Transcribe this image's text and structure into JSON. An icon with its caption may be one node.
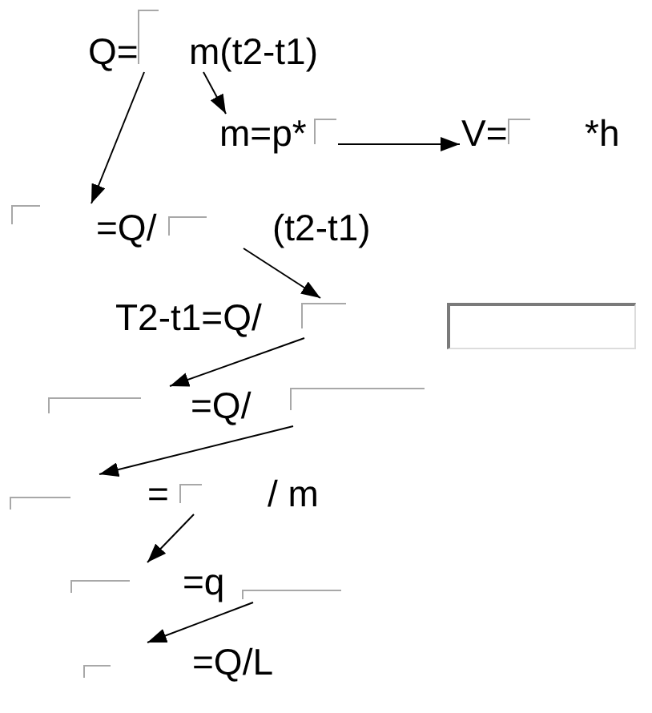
{
  "diagram": {
    "nodes": [
      {
        "text": [
          "Q=",
          "m(t2-t1)"
        ]
      },
      {
        "text": [
          "m=p*"
        ]
      },
      {
        "text": [
          "V=",
          "*h"
        ]
      },
      {
        "text": [
          "=Q/",
          "(t2-t1)"
        ]
      },
      {
        "text": [
          "T2-t1=Q/"
        ]
      },
      {
        "text": [],
        "shape": "box"
      },
      {
        "text": [
          "=Q/"
        ]
      },
      {
        "text": [
          "=",
          "/ m"
        ]
      },
      {
        "text": [
          "=q"
        ]
      },
      {
        "text": [
          "=Q/L"
        ]
      }
    ],
    "edges": [
      {
        "from": 0,
        "to": 3,
        "arrow": "to"
      },
      {
        "from": 0,
        "to": 1,
        "arrow": "to"
      },
      {
        "from": 1,
        "to": 2,
        "arrow": "to"
      },
      {
        "from": 3,
        "to": 4,
        "arrow": "to"
      },
      {
        "from": 4,
        "to": 6,
        "arrow": "to"
      },
      {
        "from": 6,
        "to": 7,
        "arrow": "to"
      },
      {
        "from": 7,
        "to": 8,
        "arrow": "to"
      },
      {
        "from": 8,
        "to": 9,
        "arrow": "to"
      }
    ]
  }
}
